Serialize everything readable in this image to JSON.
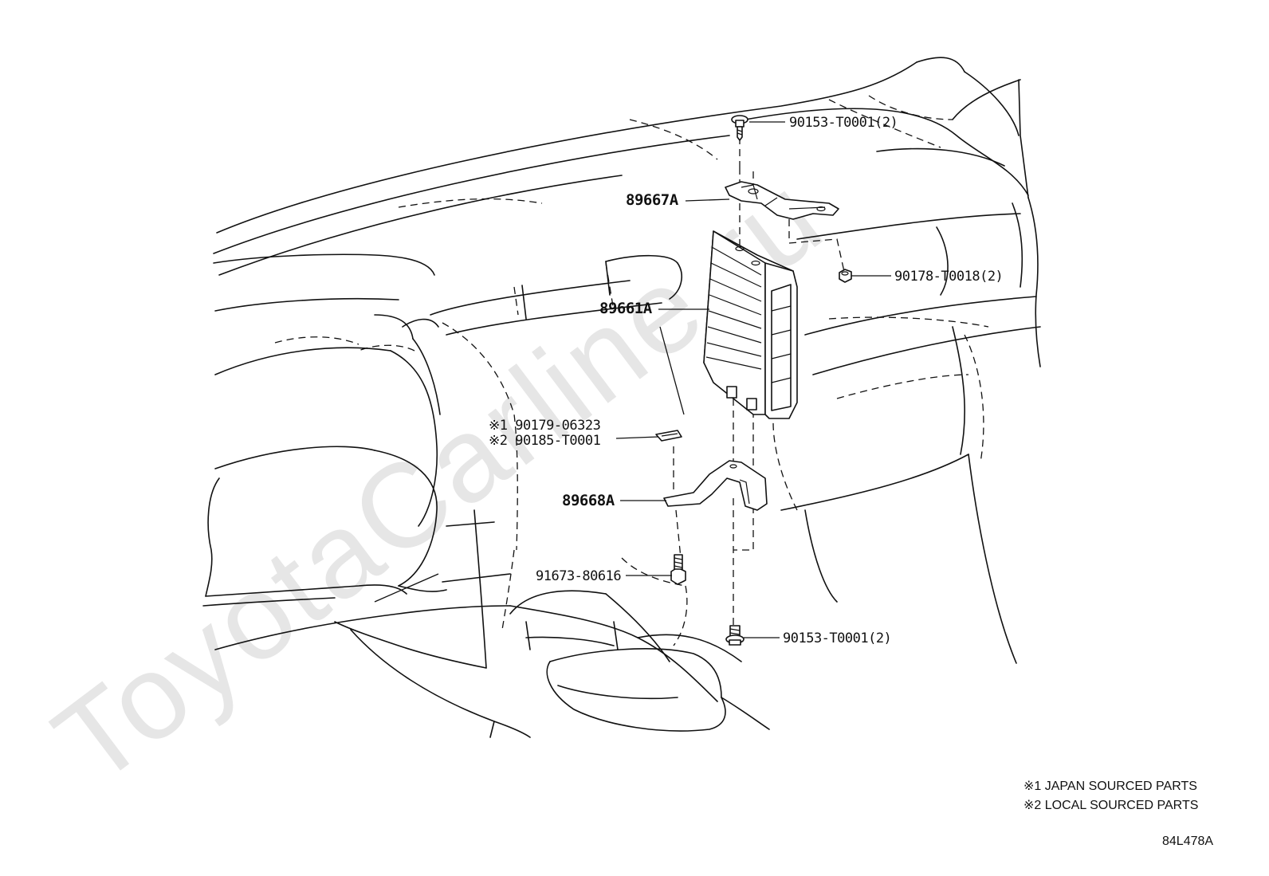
{
  "parts": {
    "screw_top": "90153-T0001(2)",
    "bracket_upper": "89667A",
    "nut": "90178-T0018(2)",
    "ecu": "89661A",
    "clip_japan": "※1 90179-06323",
    "clip_local": "※2 90185-T0001",
    "bracket_lower": "89668A",
    "bolt": "91673-80616",
    "screw_bottom": "90153-T0001(2)"
  },
  "notes": {
    "note_1": "※1 JAPAN SOURCED PARTS",
    "note_2": "※2 LOCAL SOURCED PARTS"
  },
  "diagram_id": "84L478A",
  "watermark": "ToyotaCarline.ru",
  "icons": [
    "screw-icon",
    "nut-icon",
    "bolt-icon",
    "clip-icon",
    "bracket-icon",
    "ecu-module-icon"
  ]
}
